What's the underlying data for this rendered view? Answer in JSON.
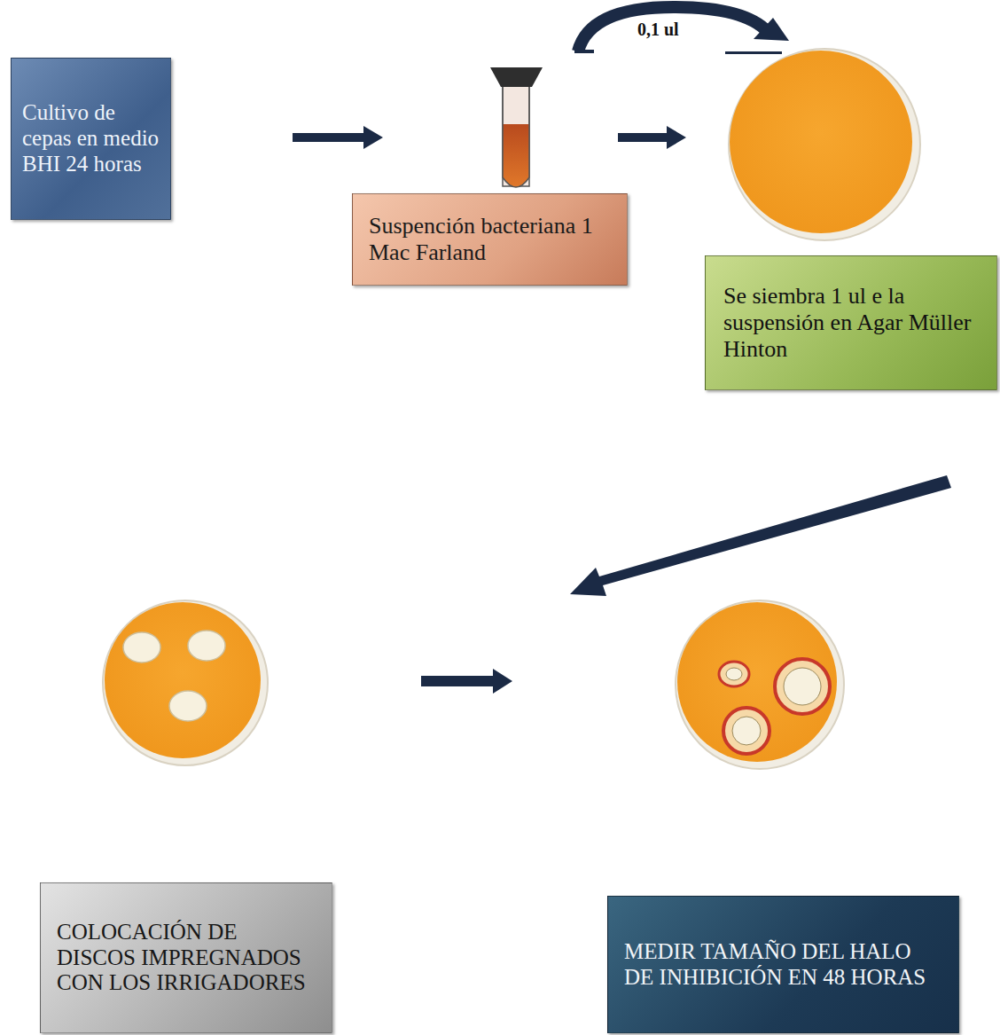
{
  "diagram": {
    "nodes": [
      {
        "text": [
          "Cultivo de cepas en medio BHI 24 horas"
        ]
      },
      {
        "text": [
          "Suspención bacteriana 1 Mac Farland"
        ]
      },
      {
        "text": [
          "Se siembra 1 ul e la suspensión en Agar Müller Hinton"
        ]
      },
      {
        "text": [
          "COLOCACIÓN DE DISCOS IMPREGNADOS CON LOS IRRIGADORES"
        ]
      },
      {
        "text": [
          "MEDIR TAMAÑO DEL HALO DE INHIBICIÓN EN 48 HORAS"
        ]
      }
    ],
    "labels": [
      "0,1 ul"
    ]
  }
}
